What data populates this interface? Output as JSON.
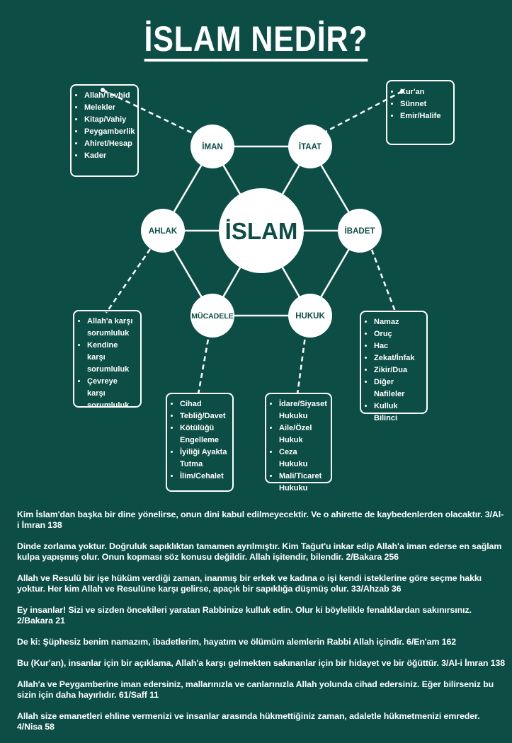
{
  "title": "İSLAM NEDİR?",
  "diagram": {
    "center": "İSLAM",
    "nodes": {
      "iman": "İMAN",
      "itaat": "İTAAT",
      "ibadet": "İBADET",
      "hukuk": "HUKUK",
      "mucadele": "MÜCADELE",
      "ahlak": "AHLAK"
    }
  },
  "boxes": {
    "iman": [
      "Allah/Tevhid",
      "Melekler",
      "Kitap/Vahiy",
      "Peygamberlik",
      "Ahiret/Hesap",
      "Kader"
    ],
    "itaat": [
      "Kur'an",
      "Sünnet",
      "Emir/Halife"
    ],
    "ahlak": [
      "Allah'a karşı sorumluluk",
      "Kendine karşı sorumluluk",
      "Çevreye karşı sorumluluk"
    ],
    "ibadet": [
      "Namaz",
      "Oruç",
      "Hac",
      "Zekat/İnfak",
      "Zikir/Dua",
      "Diğer Nafileler",
      "Kulluk Bilinci"
    ],
    "mucadele": [
      "Cihad",
      "Tebliğ/Davet",
      "Kötülüğü Engelleme",
      "İyiliği Ayakta Tutma",
      "İlim/Cehalet"
    ],
    "hukuk": [
      "İdare/Siyaset Hukuku",
      "Aile/Özel Hukuk",
      "Ceza Hukuku",
      "Mali/Ticaret Hukuku"
    ]
  },
  "verses": [
    "Kim İslam'dan başka bir dine yönelirse, onun dini kabul edilmeyecektir. Ve o ahirette de kaybedenlerden olacaktır. 3/Al-i İmran 138",
    "Dinde zorlama yoktur. Doğruluk sapıklıktan tamamen ayrılmıştır. Kim Tağut'u inkar edip Allah'a iman ederse en sağlam kulpa yapışmış olur. Onun kopması söz konusu değildir. Allah işitendir, bilendir. 2/Bakara 256",
    "Allah ve Resulü bir işe hüküm verdiği zaman, inanmış bir erkek ve kadına o işi kendi isteklerine göre seçme hakkı yoktur. Her kim Allah ve Resulüne karşı gelirse, apaçık bir sapıklığa düşmüş olur. 33/Ahzab 36",
    "Ey insanlar! Sizi ve sizden öncekileri yaratan Rabbinize kulluk edin. Olur ki böylelikle fenalıklardan sakınırsınız. 2/Bakara 21",
    "De ki: Şüphesiz benim namazım, ibadetlerim, hayatım ve ölümüm alemlerin Rabbi Allah içindir. 6/En'am 162",
    "Bu (Kur'an), insanlar için bir açıklama, Allah'a karşı gelmekten sakınanlar için bir hidayet ve bir öğüttür. 3/Al-i İmran 138",
    "Allah'a ve Peygamberine iman edersiniz, mallarınızla ve canlarınızla Allah yolunda cihad edersiniz. Eğer bilirseniz bu sizin için daha hayırlıdır. 61/Saff 11",
    "Allah size emanetleri ehline vermenizi ve insanlar arasında hükmettiğiniz zaman, adaletle hükmetmenizi emreder. 4/Nisa 58"
  ],
  "colors": {
    "background": "#0c4e46",
    "foreground": "#ffffff"
  }
}
